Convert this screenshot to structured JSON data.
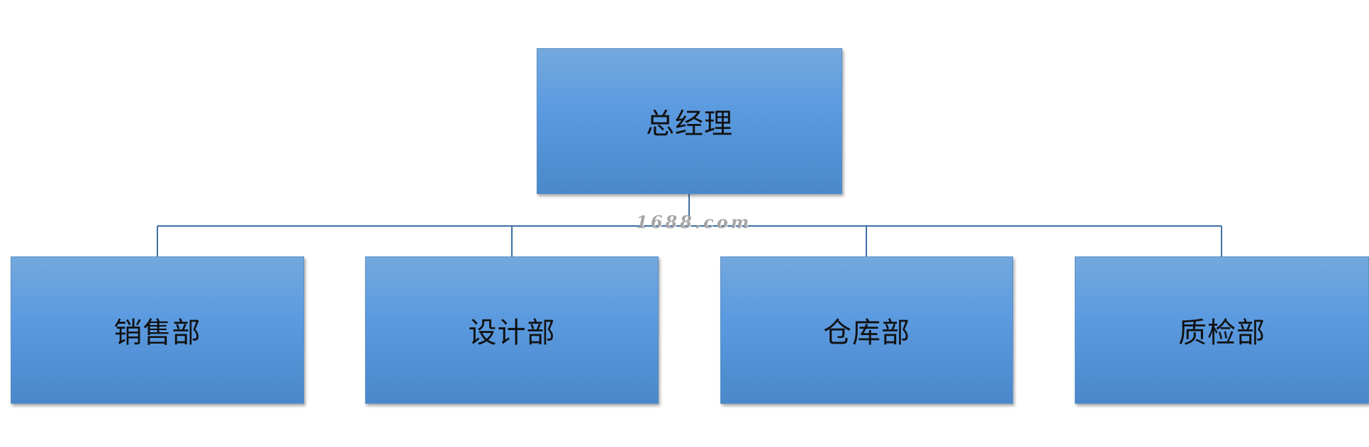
{
  "org_chart": {
    "root": {
      "label": "总经理"
    },
    "children": [
      {
        "label": "销售部"
      },
      {
        "label": "设计部"
      },
      {
        "label": "仓库部"
      },
      {
        "label": "质检部"
      }
    ]
  },
  "watermark": "1688.com",
  "colors": {
    "box_top": "#74a8dd",
    "box_bottom": "#4a88cb",
    "connector": "#3d6fa5",
    "text": "#111111"
  }
}
